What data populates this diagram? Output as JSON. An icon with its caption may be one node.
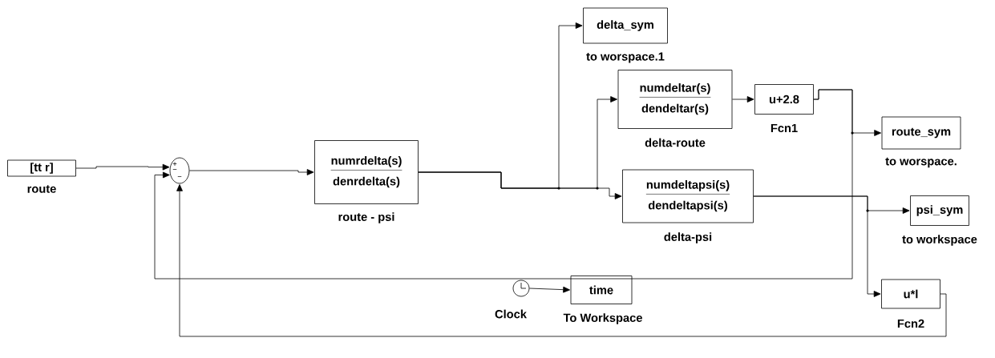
{
  "diagram": {
    "nodes": [
      {
        "text": [
          "[tt r]"
        ],
        "beside": [
          "route"
        ]
      },
      {
        "text": [
          "+",
          "−",
          "−"
        ]
      },
      {
        "text": [
          "numrdelta(s)",
          "denrdelta(s)"
        ],
        "beside": [
          "route - psi"
        ]
      },
      {
        "text": [
          "delta_sym"
        ],
        "beside": [
          "to worspace.1"
        ]
      },
      {
        "text": [
          "numdeltar(s)",
          "dendeltar(s)"
        ],
        "beside": [
          "delta-route"
        ]
      },
      {
        "text": [
          "u+2.8"
        ],
        "beside": [
          "Fcn1"
        ]
      },
      {
        "text": [
          "route_sym"
        ],
        "beside": [
          "to worspace."
        ]
      },
      {
        "text": [
          "numdeltapsi(s)",
          "dendeltapsi(s)"
        ],
        "beside": [
          "delta-psi"
        ]
      },
      {
        "text": [
          "psi_sym"
        ],
        "beside": [
          "to workspace"
        ]
      },
      {
        "text": [
          "u*l"
        ],
        "beside": [
          "Fcn2"
        ]
      },
      {
        "text": [],
        "shape": "clock",
        "beside": [
          "Clock"
        ]
      },
      {
        "text": [
          "time"
        ],
        "beside": [
          "To Workspace"
        ]
      }
    ],
    "edges": [
      {
        "from": 0,
        "to": 1,
        "arrow": "to"
      },
      {
        "from": 1,
        "to": 2,
        "arrow": "to"
      },
      {
        "from": 2,
        "to": 3,
        "arrow": "to"
      },
      {
        "from": 2,
        "to": 4,
        "arrow": "to"
      },
      {
        "from": 2,
        "to": 7,
        "arrow": "to"
      },
      {
        "from": 4,
        "to": 5,
        "arrow": "to"
      },
      {
        "from": 5,
        "to": 6,
        "arrow": "to"
      },
      {
        "from": 5,
        "to": 1,
        "arrow": "to"
      },
      {
        "from": 7,
        "to": 8,
        "arrow": "to"
      },
      {
        "from": 7,
        "to": 9,
        "arrow": "to"
      },
      {
        "from": 9,
        "to": 1,
        "arrow": "to"
      },
      {
        "from": 10,
        "to": 11,
        "arrow": "to"
      }
    ]
  }
}
